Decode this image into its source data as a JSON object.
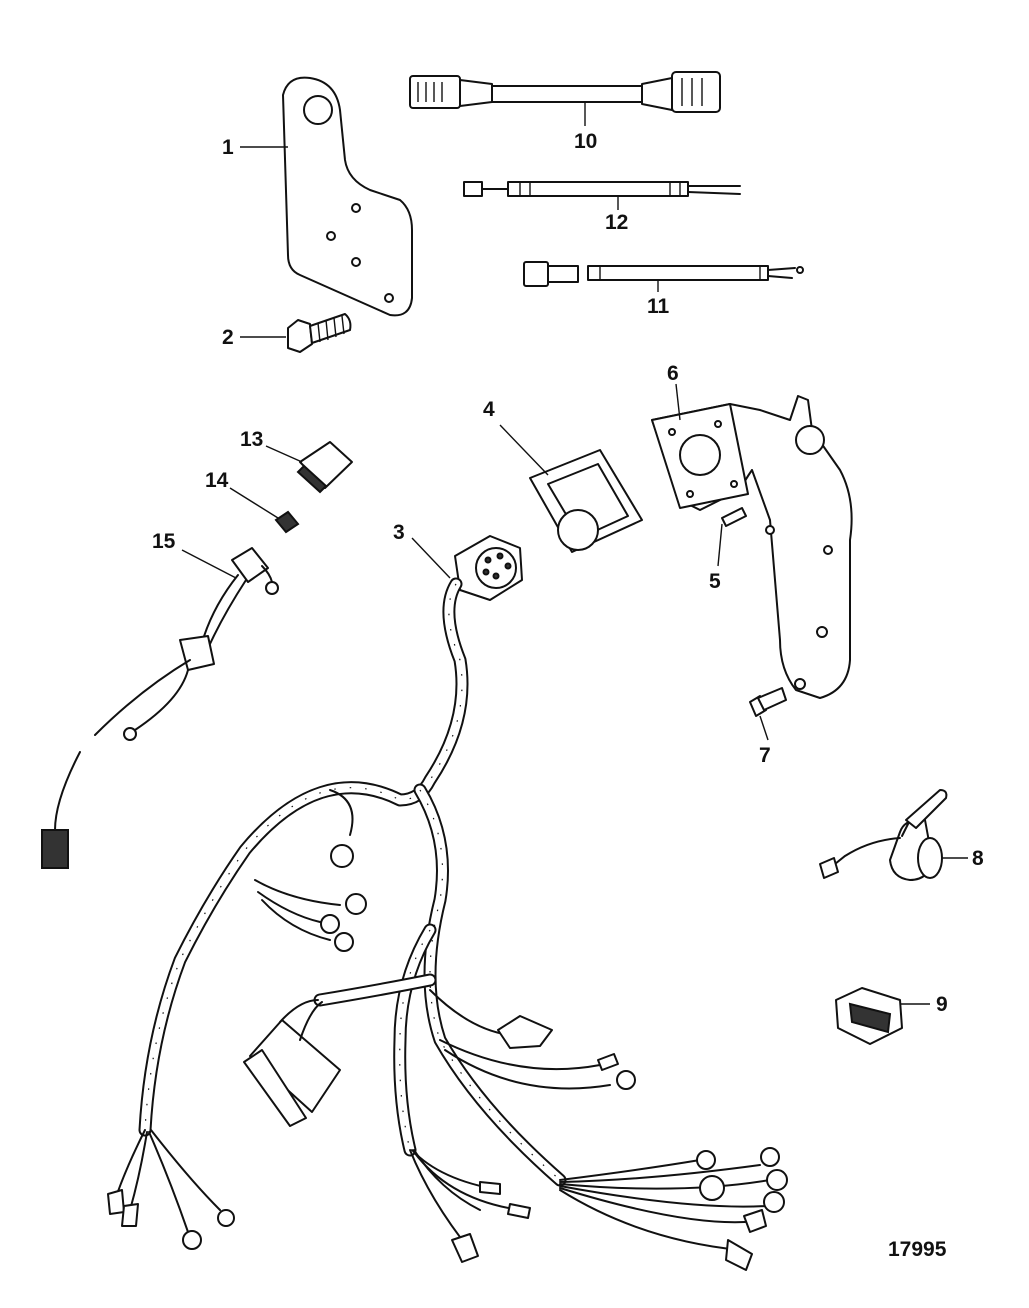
{
  "callouts": [
    "1",
    "2",
    "3",
    "4",
    "5",
    "6",
    "7",
    "8",
    "9",
    "10",
    "11",
    "12",
    "13",
    "14",
    "15"
  ],
  "figure_number": "17995",
  "parts": {
    "bracket_left": "bracket",
    "screw": "screw",
    "main_harness": "wiring-harness",
    "grommet": "grommet",
    "plate_screw": "screw",
    "mount_plate": "plate",
    "bolt": "bolt",
    "buzzer": "buzzer",
    "connector": "connector",
    "jumper_harness": "harness",
    "lead_11": "lead",
    "lead_12": "lead",
    "fuse_holder": "fuse-holder",
    "fuse": "fuse",
    "aux_harness": "harness"
  }
}
